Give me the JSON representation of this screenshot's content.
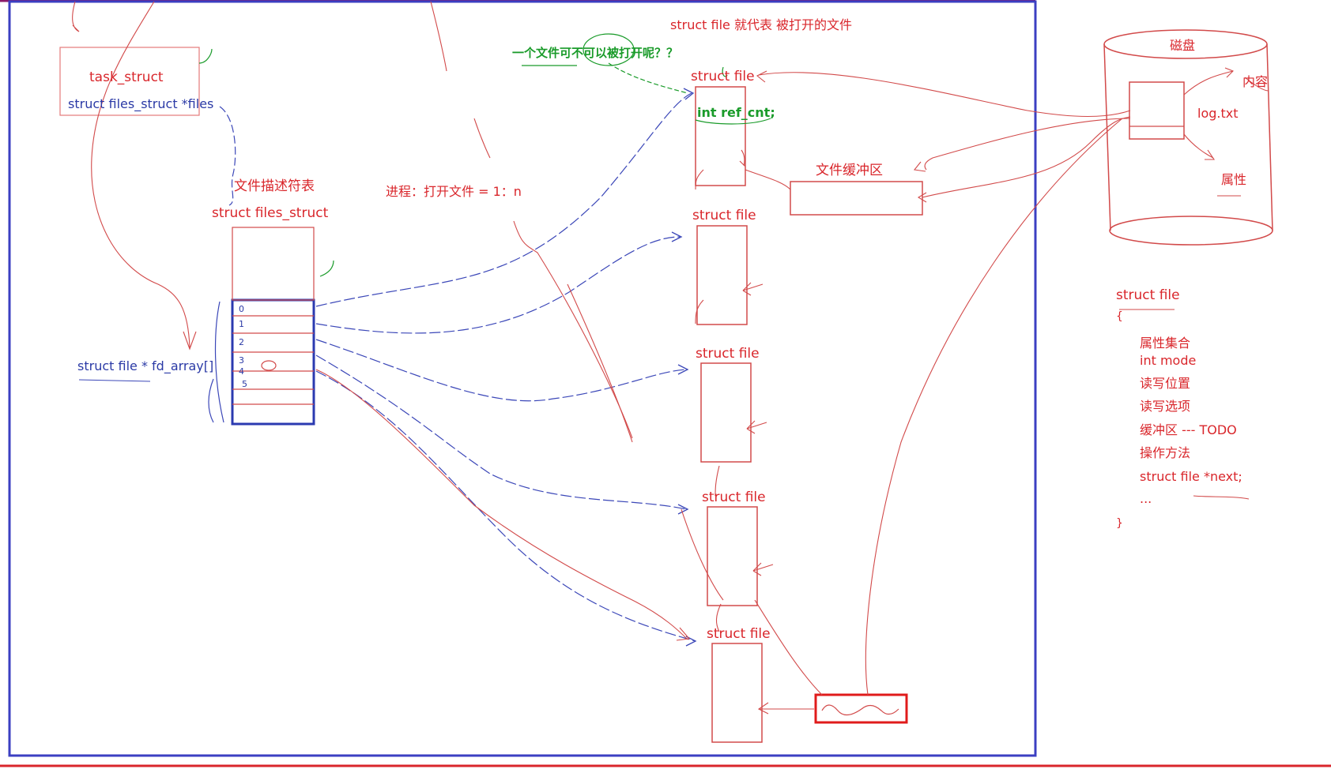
{
  "colors": {
    "frame": "#3b3fc2",
    "ink_red": "#d9262b",
    "ink_blue": "#2b3aa6",
    "ink_green": "#1a9b2a"
  },
  "task": {
    "title": "task_struct",
    "field": "struct files_struct *files"
  },
  "fd_table": {
    "caption": "文件描述符表",
    "title": "struct files_struct",
    "array_label": "struct file * fd_array[]",
    "indices": [
      "0",
      "1",
      "2",
      "3",
      "4",
      "5"
    ]
  },
  "process_note": "进程：打开文件 = 1：n",
  "top_note": "struct file 就代表  被打开的文件",
  "question": "一个文件可不可以被打开呢？？",
  "struct_file_label": "struct file",
  "ref_cnt": "int ref_cnt;",
  "buffer_label": "文件缓冲区",
  "disk": {
    "title": "磁盘",
    "file": "log.txt",
    "content": "内容",
    "attr": "属性"
  },
  "struct_def": {
    "header": "struct file",
    "open_brace": "{",
    "fields": [
      "属性集合",
      "int mode",
      "读写位置",
      "读写选项",
      "缓冲区 --- TODO",
      "操作方法",
      "struct file *next;",
      "..."
    ],
    "close_brace": "}"
  }
}
